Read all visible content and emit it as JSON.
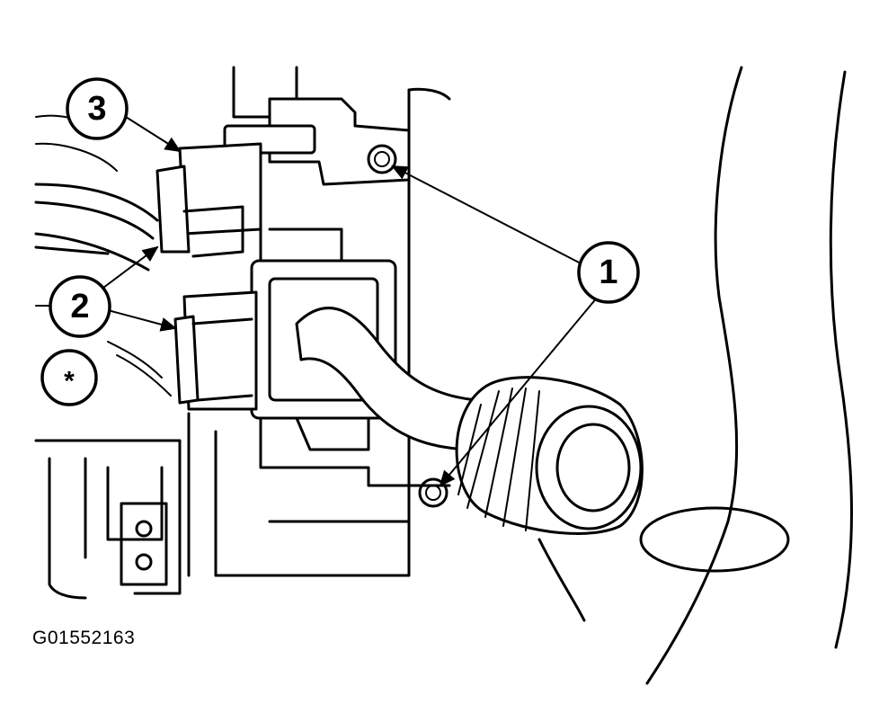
{
  "callouts": {
    "c1": "1",
    "c2": "2",
    "c3": "3",
    "asterisk": "*"
  },
  "figure": {
    "id": "G01552163"
  },
  "colors": {
    "ink": "#000000",
    "paper": "#ffffff"
  }
}
